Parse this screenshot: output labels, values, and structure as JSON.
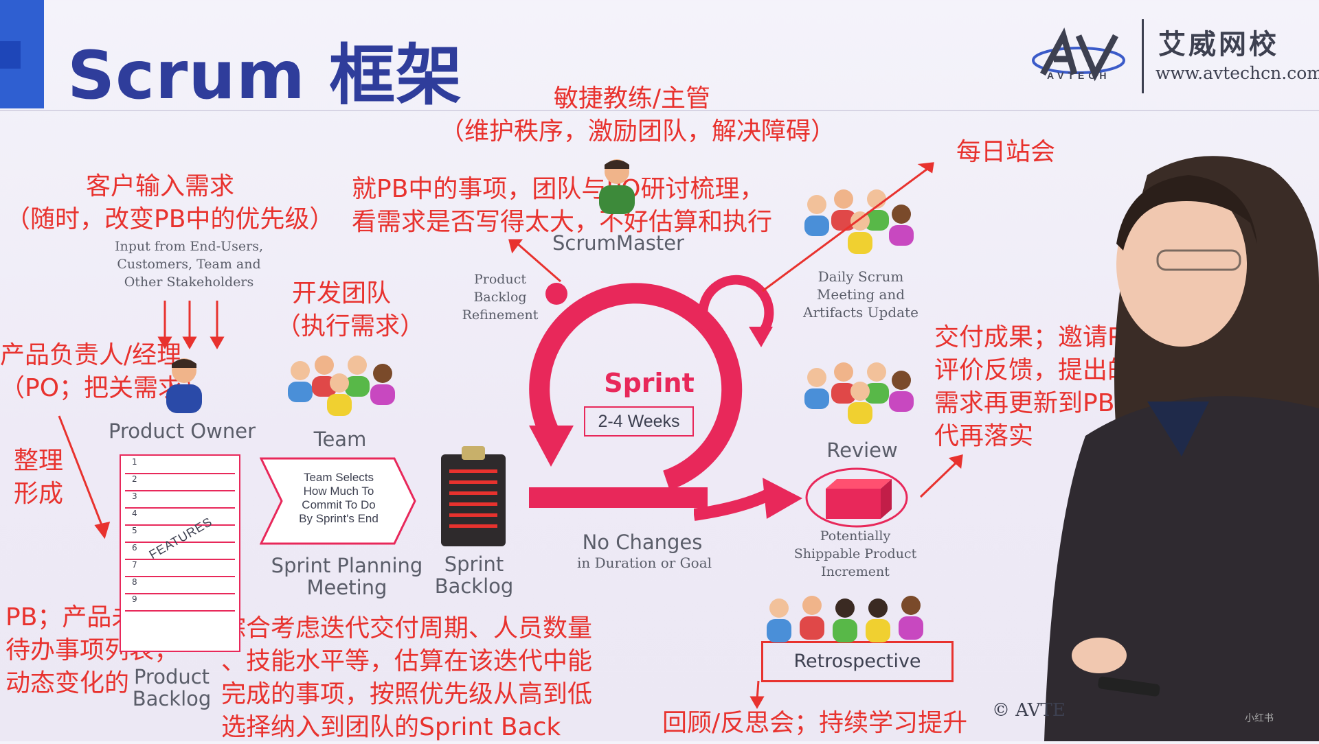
{
  "slide": {
    "title": "Scrum 框架",
    "brand_cn": "艾威网校",
    "brand_url": "www.avtechcn.com",
    "brand_logo_text": "AVTECH",
    "copyright": "© AVTE"
  },
  "diagram": {
    "input_label": "Input from End-Users,\nCustomers, Team and\nOther Stakeholders",
    "product_owner": "Product Owner",
    "team": "Team",
    "scrum_master": "ScrumMaster",
    "pbr": "Product\nBacklog\nRefinement",
    "daily_scrum": "Daily Scrum\nMeeting and\nArtifacts Update",
    "sprint": "Sprint",
    "sprint_weeks": "2-4 Weeks",
    "no_changes": "No Changes",
    "no_changes_sub": "in Duration or Goal",
    "review": "Review",
    "increment": "Potentially\nShippable Product\nIncrement",
    "retrospective": "Retrospective",
    "team_selects": "Team Selects\nHow Much To\nCommit To Do\nBy Sprint's End",
    "planning": "Sprint Planning\nMeeting",
    "sprint_backlog": "Sprint\nBacklog",
    "product_backlog": "Product\nBacklog",
    "features": "FEATURES",
    "backlog_numbers": [
      "1",
      "2",
      "3",
      "4",
      "5",
      "6",
      "7",
      "8",
      "9"
    ]
  },
  "annotations": {
    "coach": "敏捷教练/主管\n（维护秩序，激励团队，解决障碍）",
    "customer": "客户输入需求\n（随时，改变PB中的优先级）",
    "refine": "就PB中的事项，团队与PO研讨梳理，\n看需求是否写得太大，不好估算和执行",
    "daily": "每日站会",
    "dev_team": "开发团队\n（执行需求）",
    "po": "产品负责人/经理\n（PO；把关需求）",
    "organize": "整理\n形成",
    "deliver": "交付成果；邀请PO和相关方\n评价反馈，提出的变更、新\n需求再更新到PB中，后面迭\n代再落实",
    "pb": "PB；产品未完项/\n待办事项列表；\n动态变化的",
    "planning_note": "综合考虑迭代交付周期、人员数量\n、技能水平等，估算在该迭代中能\n完成的事项，按照优先级从高到低\n选择纳入到团队的Sprint Back",
    "retro": "回顾/反思会；持续学习提升"
  },
  "colors": {
    "accent_red": "#e8322e",
    "sprint_pink": "#e8285a",
    "title_blue": "#2f3d9b"
  },
  "watermark": "小红书"
}
